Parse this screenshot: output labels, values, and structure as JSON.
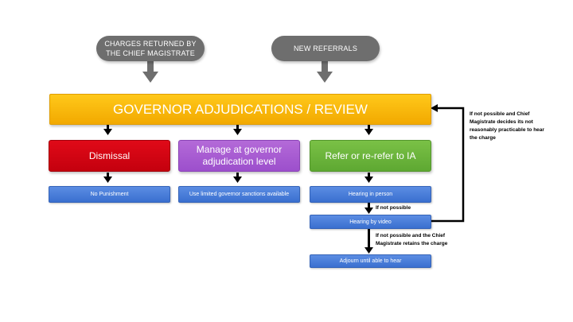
{
  "top": {
    "charges_returned": "CHARGES RETURNED BY\nTHE CHIEF MAGISTRATE",
    "new_referrals": "NEW REFERRALS"
  },
  "main": {
    "title": "GOVERNOR ADJUDICATIONS / REVIEW"
  },
  "options": {
    "dismissal": "Dismissal",
    "manage": "Manage at governor\nadjudication level",
    "refer": "Refer or re-refer to IA"
  },
  "outcomes": {
    "no_punishment": "No Punishment",
    "limited_sanctions": "Use limited governor sanctions available",
    "hearing_in_person": "Hearing in person",
    "hearing_by_video": "Hearing by video",
    "adjourn": "Adjourn until able to hear"
  },
  "notes": {
    "if_not_possible": "If not possible",
    "retains_charge": "If not possible and the Chief\nMagistrate retains the charge",
    "not_practicable": "If not possible and Chief\nMagistrate decides its not\nreasonably practicable to hear\nthe charge"
  },
  "colors": {
    "pill": "#6e6e6e",
    "main": "#f2a900",
    "dismissal": "#c4000e",
    "manage": "#9c4fcc",
    "refer": "#5ea832",
    "outcome": "#3a6fcf"
  }
}
